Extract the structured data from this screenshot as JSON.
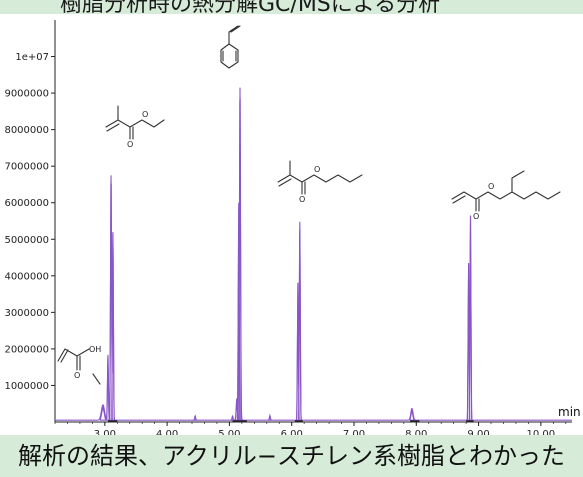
{
  "header": {
    "caption": "樹脂分析時の熱分解GC/MSによる分析"
  },
  "footer": {
    "caption": "解析の結果、アクリル−スチレン系樹脂とわかった"
  },
  "chart_data": {
    "type": "line",
    "title": "",
    "xlabel": "min",
    "ylabel": "",
    "xlim": [
      2.2,
      10.5
    ],
    "ylim": [
      0,
      11000000
    ],
    "x_ticks": [
      3.0,
      4.0,
      5.0,
      6.0,
      7.0,
      8.0,
      9.0,
      10.0
    ],
    "x_tick_labels": [
      "3.00",
      "4.00",
      "5.00",
      "6.00",
      "7.00",
      "8.00",
      "9.00",
      "10.00"
    ],
    "y_ticks": [
      1000000,
      2000000,
      3000000,
      4000000,
      5000000,
      6000000,
      7000000,
      8000000,
      9000000,
      10000000
    ],
    "y_tick_labels": [
      "1000000",
      "2000000",
      "3000000",
      "4000000",
      "5000000",
      "6000000",
      "7000000",
      "8000000",
      "9000000",
      "1e+07"
    ],
    "line_color": "#8a55c8",
    "baseline": 50000,
    "peaks": [
      {
        "x": 2.97,
        "y": 420000,
        "width": 0.07
      },
      {
        "x": 3.05,
        "y": 1800000,
        "width": 0.02
      },
      {
        "x": 3.1,
        "y": 6750000,
        "width": 0.025
      },
      {
        "x": 3.13,
        "y": 5200000,
        "width": 0.02
      },
      {
        "x": 4.45,
        "y": 120000,
        "width": 0.02
      },
      {
        "x": 5.05,
        "y": 120000,
        "width": 0.02
      },
      {
        "x": 5.12,
        "y": 600000,
        "width": 0.03
      },
      {
        "x": 5.17,
        "y": 9150000,
        "width": 0.025
      },
      {
        "x": 5.15,
        "y": 6000000,
        "width": 0.02
      },
      {
        "x": 5.65,
        "y": 130000,
        "width": 0.02
      },
      {
        "x": 6.1,
        "y": 3800000,
        "width": 0.02
      },
      {
        "x": 6.13,
        "y": 5480000,
        "width": 0.02
      },
      {
        "x": 7.93,
        "y": 320000,
        "width": 0.05
      },
      {
        "x": 8.84,
        "y": 4300000,
        "width": 0.02
      },
      {
        "x": 8.87,
        "y": 5650000,
        "width": 0.02
      }
    ],
    "annotations": [
      {
        "name": "acrylic-acid",
        "label": "OH",
        "x": 2.62,
        "y": 1400000
      },
      {
        "name": "methyl-methacrylate",
        "x": 3.25,
        "y": 7700000
      },
      {
        "name": "styrene",
        "x": 5.2,
        "y": 10000000
      },
      {
        "name": "butyl-methacrylate",
        "x": 6.85,
        "y": 6800000
      },
      {
        "name": "2-ethylhexyl-acrylate",
        "x": 9.1,
        "y": 6600000
      }
    ]
  }
}
